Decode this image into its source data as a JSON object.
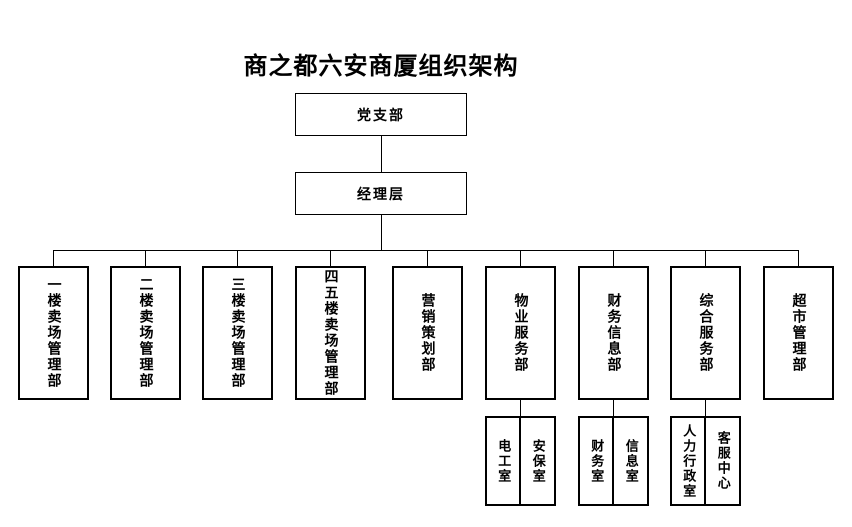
{
  "page": {
    "background_color": "#ffffff",
    "line_color": "#000000",
    "text_color": "#000000"
  },
  "title": "商之都六安商厦组织架构",
  "org": {
    "root": "党支部",
    "management": "经理层",
    "departments": [
      {
        "label": "一楼卖场管理部",
        "children": []
      },
      {
        "label": "二楼卖场管理部",
        "children": []
      },
      {
        "label": "三楼卖场管理部",
        "children": []
      },
      {
        "label": "四五楼卖场管理部",
        "children": []
      },
      {
        "label": "营销策划部",
        "children": []
      },
      {
        "label": "物业服务部",
        "children": [
          "电工室",
          "安保室"
        ]
      },
      {
        "label": "财务信息部",
        "children": [
          "财务室",
          "信息室"
        ]
      },
      {
        "label": "综合服务部",
        "children": [
          "人力行政室",
          "客服中心"
        ]
      },
      {
        "label": "超市管理部",
        "children": []
      }
    ]
  }
}
